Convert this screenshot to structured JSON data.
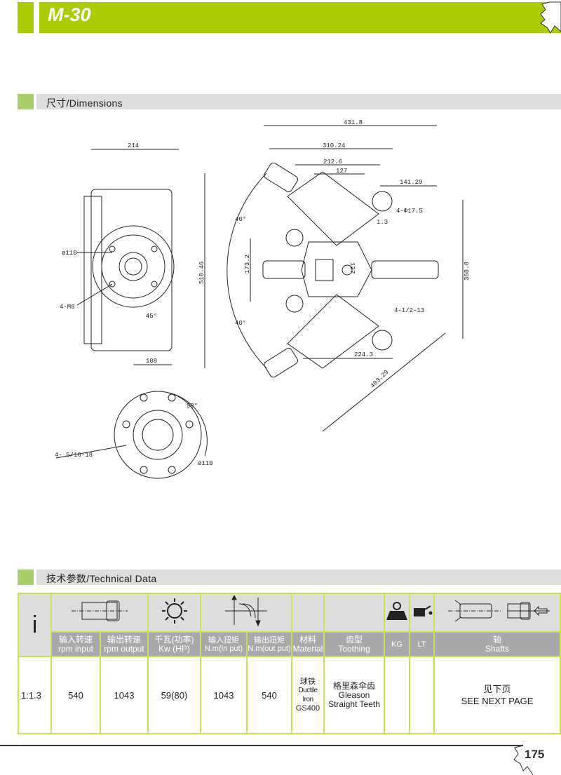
{
  "header": {
    "title": "M-30"
  },
  "sections": {
    "dimensions": "尺寸/Dimensions",
    "technical": "技术参数/Technical Data"
  },
  "drawing": {
    "side_view": {
      "width_top": "214",
      "bore": "ø110",
      "bolts": "4-M8",
      "angle": "45°",
      "width_bottom": "108"
    },
    "flange_view": {
      "angle": "90°",
      "bolts": "4- 5/16-18",
      "bore": "ø110"
    },
    "top_view": {
      "d1": "431.8",
      "d2": "310.24",
      "d3": "212.6",
      "d4": "127",
      "d5": "141.29",
      "holes": "4-Φ17.5",
      "d6": "1.3",
      "d7": "173.2",
      "d8": "127",
      "height": "518.46",
      "d9": "368.8",
      "thread": "4-1/2-13",
      "d10": "224.3",
      "diag": "403.29",
      "angle_top": "40°",
      "angle_bottom": "40°"
    }
  },
  "table": {
    "ratio_symbol": "i",
    "headers": [
      {
        "cn": "输入转速",
        "en": "rpm input"
      },
      {
        "cn": "输出转速",
        "en": "rpm output"
      },
      {
        "cn": "千瓦(功率)",
        "en": "Kw (HP)"
      },
      {
        "cn": "输入扭矩",
        "en": "N.m(in put)"
      },
      {
        "cn": "输出扭矩",
        "en": "N.m(out put)"
      },
      {
        "cn": "材料",
        "en": "Material"
      },
      {
        "cn": "齿型",
        "en": "Toothing"
      },
      {
        "en": "KG"
      },
      {
        "en": "LT"
      },
      {
        "cn": "轴",
        "en": "Shafts"
      }
    ],
    "row": {
      "ratio": "1:1.3",
      "rpm_input": "540",
      "rpm_output": "1043",
      "kw_hp": "59(80)",
      "torque_in": "1043",
      "torque_out": "540",
      "material_cn": "球铁",
      "material_en": "Ductile Iron",
      "material_grade": "GS400",
      "toothing_cn": "格里森伞齿",
      "toothing_en1": "Gleason",
      "toothing_en2": "Straight Teeth",
      "kg": "",
      "lt": "",
      "shafts_cn": "见下页",
      "shafts_en": "SEE NEXT PAGE"
    }
  },
  "footer": {
    "page": "175"
  },
  "colors": {
    "accent": "#abcc04",
    "section_square": "#a9cf6a",
    "section_bar": "#dcdedd",
    "table_border": "#c9e05a",
    "label_bg": "#a8a9ab"
  }
}
